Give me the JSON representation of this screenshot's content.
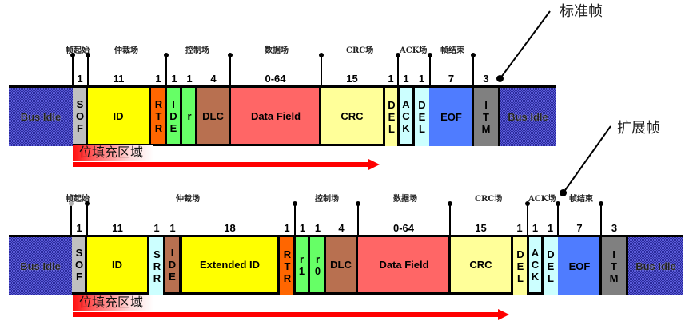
{
  "colors": {
    "bus_idle": "#5b5bd8",
    "sof": "#c0c0c0",
    "id": "#ffff00",
    "rtr": "#ff6600",
    "ide_std": "#66ff66",
    "r": "#66ff66",
    "dlc": "#b87050",
    "data": "#ff6666",
    "crc": "#ffff99",
    "del": "#ffff99",
    "ack": "#ccffff",
    "eof": "#4f7cff",
    "itm": "#808080",
    "srr": "#ccffff",
    "ide_ext": "#b87050",
    "stuff_arrow": "#ff0000"
  },
  "standard_frame": {
    "label": "标准帧",
    "stuff_label": "位填充区域",
    "sections": [
      {
        "name": "frame-start",
        "label": "帧起始"
      },
      {
        "name": "arbitration",
        "label": "仲裁场"
      },
      {
        "name": "control",
        "label": "控制场"
      },
      {
        "name": "data",
        "label": "数据场"
      },
      {
        "name": "crc",
        "label": "CRC场"
      },
      {
        "name": "ack",
        "label": "ACK场"
      },
      {
        "name": "frame-end",
        "label": "帧结束"
      }
    ],
    "fields": [
      {
        "key": "bus-idle",
        "label": "Bus Idle",
        "bits": ""
      },
      {
        "key": "sof",
        "label": "SOF",
        "bits": "1"
      },
      {
        "key": "id",
        "label": "ID",
        "bits": "11"
      },
      {
        "key": "rtr",
        "label": "RTR",
        "bits": "1"
      },
      {
        "key": "ide",
        "label": "IDE",
        "bits": "1"
      },
      {
        "key": "r",
        "label": "r",
        "bits": "1"
      },
      {
        "key": "dlc",
        "label": "DLC",
        "bits": "4"
      },
      {
        "key": "data-field",
        "label": "Data Field",
        "bits": "0-64"
      },
      {
        "key": "crc",
        "label": "CRC",
        "bits": "15"
      },
      {
        "key": "crc-del",
        "label": "DEL",
        "bits": "1"
      },
      {
        "key": "ack",
        "label": "ACK",
        "bits": "1"
      },
      {
        "key": "ack-del",
        "label": "DEL",
        "bits": "1"
      },
      {
        "key": "eof",
        "label": "EOF",
        "bits": "7"
      },
      {
        "key": "itm",
        "label": "ITM",
        "bits": "3"
      },
      {
        "key": "bus-idle-end",
        "label": "Bus Idle",
        "bits": ""
      }
    ]
  },
  "extended_frame": {
    "label": "扩展帧",
    "stuff_label": "位填充区域",
    "sections": [
      {
        "name": "frame-start",
        "label": "帧起始"
      },
      {
        "name": "arbitration",
        "label": "仲裁场"
      },
      {
        "name": "control",
        "label": "控制场"
      },
      {
        "name": "data",
        "label": "数据场"
      },
      {
        "name": "crc",
        "label": "CRC场"
      },
      {
        "name": "ack",
        "label": "ACK场"
      },
      {
        "name": "frame-end",
        "label": "帧结束"
      }
    ],
    "fields": [
      {
        "key": "bus-idle",
        "label": "Bus Idle",
        "bits": ""
      },
      {
        "key": "sof",
        "label": "SOF",
        "bits": "1"
      },
      {
        "key": "id",
        "label": "ID",
        "bits": "11"
      },
      {
        "key": "srr",
        "label": "SRR",
        "bits": "1"
      },
      {
        "key": "ide",
        "label": "IDE",
        "bits": "1"
      },
      {
        "key": "extended-id",
        "label": "Extended ID",
        "bits": "18"
      },
      {
        "key": "rtr",
        "label": "RTR",
        "bits": "1"
      },
      {
        "key": "r1",
        "label": "r1",
        "bits": "1"
      },
      {
        "key": "r0",
        "label": "r0",
        "bits": "1"
      },
      {
        "key": "dlc",
        "label": "DLC",
        "bits": "4"
      },
      {
        "key": "data-field",
        "label": "Data Field",
        "bits": "0-64"
      },
      {
        "key": "crc",
        "label": "CRC",
        "bits": "15"
      },
      {
        "key": "crc-del",
        "label": "DEL",
        "bits": "1"
      },
      {
        "key": "ack",
        "label": "ACK",
        "bits": "1"
      },
      {
        "key": "ack-del",
        "label": "DEL",
        "bits": "1"
      },
      {
        "key": "eof",
        "label": "EOF",
        "bits": "7"
      },
      {
        "key": "itm",
        "label": "ITM",
        "bits": "3"
      },
      {
        "key": "bus-idle-end",
        "label": "Bus Idle",
        "bits": ""
      }
    ]
  }
}
